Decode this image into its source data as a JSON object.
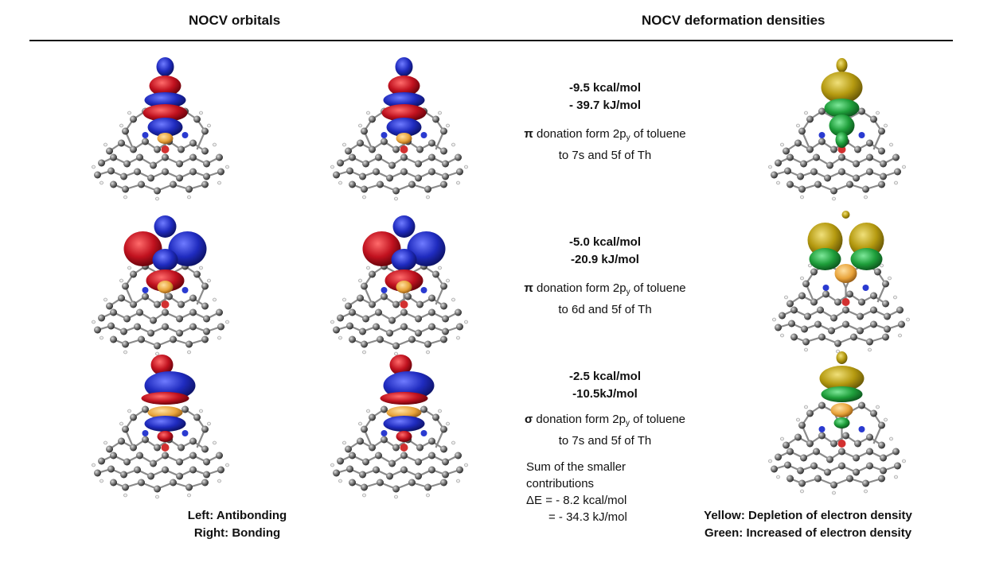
{
  "headers": {
    "orbitals": "NOCV orbitals",
    "densities": "NOCV deformation densities"
  },
  "rows": [
    {
      "kcal": "-9.5 kcal/mol",
      "kj": "- 39.7 kJ/mol",
      "desc_symbol": "π",
      "desc_pre": "donation form 2p",
      "desc_sub": "y",
      "desc_post": "of toluene",
      "desc_line2": "to 7s and 5f of Th"
    },
    {
      "kcal": "-5.0 kcal/mol",
      "kj": "-20.9 kJ/mol",
      "desc_symbol": "π",
      "desc_pre": "donation form 2p",
      "desc_sub": "y",
      "desc_post": "of toluene",
      "desc_line2": "to 6d and 5f of Th"
    },
    {
      "kcal": "-2.5 kcal/mol",
      "kj": "-10.5kJ/mol",
      "desc_symbol": "σ",
      "desc_pre": "donation form 2p",
      "desc_sub": "y",
      "desc_post": "of toluene",
      "desc_line2": "to 7s and 5f of Th"
    }
  ],
  "sum": {
    "line1": "Sum of the smaller",
    "line2": "contributions",
    "line3": "ΔE = - 8.2 kcal/mol",
    "line4": "= - 34.3 kJ/mol"
  },
  "legend_left": {
    "line1": "Left: Antibonding",
    "line2": "Right: Bonding"
  },
  "legend_right": {
    "line1": "Yellow: Depletion of electron density",
    "line2": "Green: Increased of electron density"
  },
  "colors": {
    "lobe_red": "#c1121f",
    "lobe_blue": "#1f2bbf",
    "lobe_yellow": "#b59a10",
    "lobe_green": "#1e9e3a",
    "atom_gray": "#6e6e6e",
    "metal_orange": "#e8a33a"
  }
}
